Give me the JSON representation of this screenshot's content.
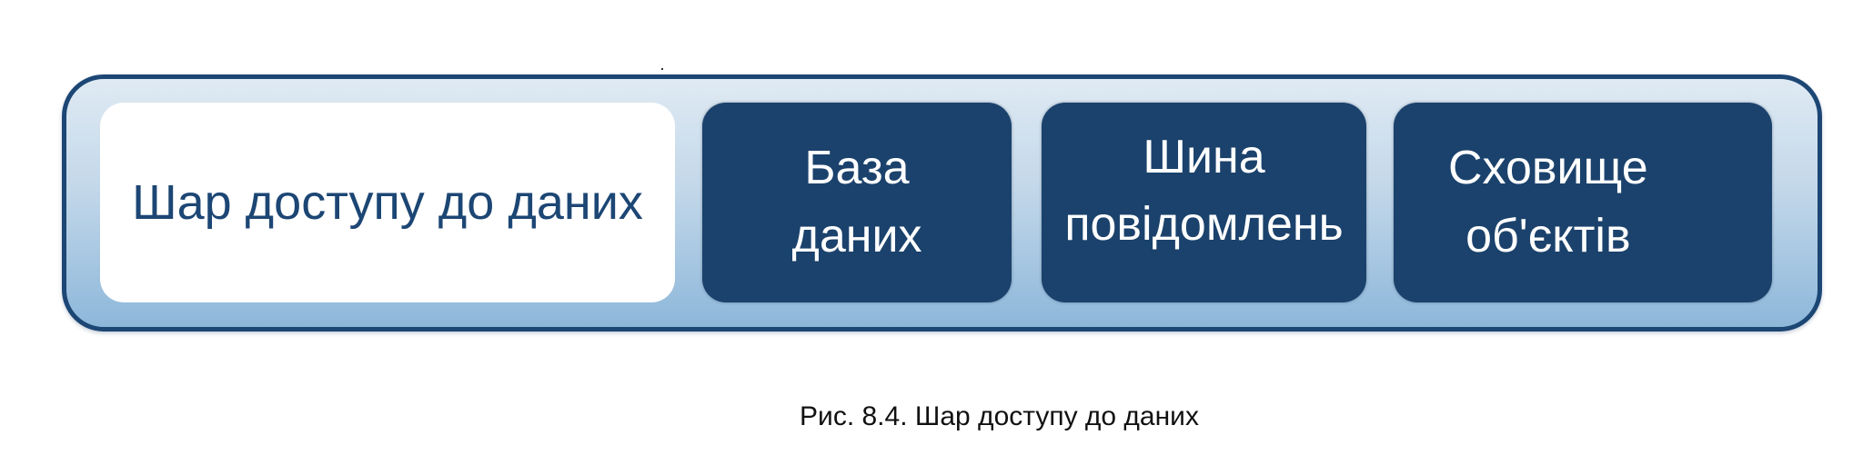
{
  "diagram": {
    "container_label": "",
    "boxes": [
      {
        "id": "data-access-layer",
        "label": "Шар доступу до даних",
        "style": "light"
      },
      {
        "id": "database",
        "label_lines": [
          "База",
          "даних"
        ],
        "style": "dark"
      },
      {
        "id": "message-bus",
        "label_lines": [
          "Шина",
          "повідомлень"
        ],
        "style": "dark"
      },
      {
        "id": "object-storage",
        "label_lines": [
          "Сховище",
          "об'єктів"
        ],
        "style": "dark"
      }
    ],
    "colors": {
      "frame_border": "#1c4674",
      "frame_gradient_top": "#dfeaf3",
      "frame_gradient_bottom": "#8db7da",
      "dark_box": "#1b426c",
      "light_box_text": "#1c4674"
    }
  },
  "caption": "Рис. 8.4. Шар доступу до даних"
}
